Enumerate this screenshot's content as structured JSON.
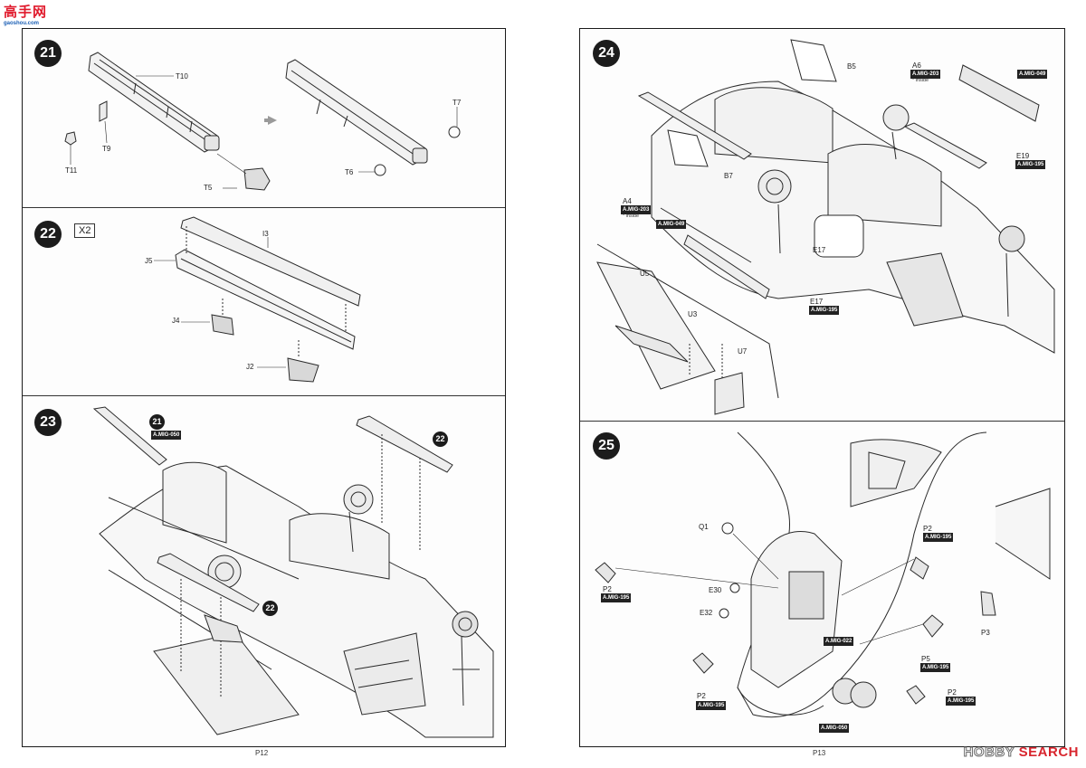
{
  "site_logo": {
    "glyphs": "高手网",
    "url": "gaoshou.com"
  },
  "watermark": {
    "brand": "HOBBY",
    "word": "SEARCH"
  },
  "pages": {
    "left": {
      "page_number": "P12"
    },
    "right": {
      "page_number": "P13"
    }
  },
  "steps": {
    "s21": {
      "number": "21",
      "parts": {
        "t10": "T10",
        "t9": "T9",
        "t11": "T11",
        "t5": "T5",
        "t7": "T7",
        "t6": "T6"
      }
    },
    "s22": {
      "number": "22",
      "multiplier": "X2",
      "parts": {
        "i3": "I3",
        "j5": "J5",
        "j4": "J4",
        "j2": "J2"
      }
    },
    "s23": {
      "number": "23",
      "sub_step_21": "21",
      "ref_21": "A.MIG-050",
      "sub_step_22a": "22",
      "sub_step_22b": "22"
    },
    "s24": {
      "number": "24",
      "parts": {
        "b5": "B5",
        "a6": "A6",
        "a6_note": "* inside",
        "b7": "B7",
        "a4": "A4",
        "a4_note": "* inside",
        "e19": "E19",
        "e17a": "E17",
        "e17b": "E17",
        "u5": "U5",
        "u3": "U3",
        "u7": "U7"
      },
      "refs": {
        "a6": "A.MIG-203",
        "a6_right": "A.MIG-049",
        "e19": "A.MIG-195",
        "a4": "A.MIG-203",
        "a4_b": "A.MIG-049",
        "e17": "A.MIG-195"
      }
    },
    "s25": {
      "number": "25",
      "parts": {
        "q1": "Q1",
        "e30": "E30",
        "e32": "E32",
        "p2_left": "P2",
        "p2_top": "P2",
        "p3": "P3",
        "p5": "P5",
        "p2_bottom_left": "P2",
        "p2_bottom_right": "P2"
      },
      "refs": {
        "p2_left": "A.MIG-195",
        "p2_top": "A.MIG-195",
        "mid": "A.MIG-022",
        "p5": "A.MIG-195",
        "p2_bottom_left": "A.MIG-195",
        "p2_bottom_right": "A.MIG-195",
        "bottom": "A.MIG-050"
      }
    }
  }
}
